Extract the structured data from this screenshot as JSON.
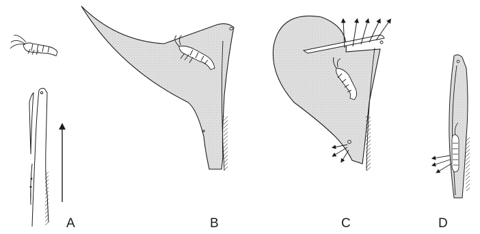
{
  "figure": {
    "panels": [
      {
        "label": "A"
      },
      {
        "label": "B"
      },
      {
        "label": "C"
      },
      {
        "label": "D"
      }
    ],
    "colors": {
      "ink": "#1a1a1a",
      "stipple": "#dcdcdc"
    }
  }
}
